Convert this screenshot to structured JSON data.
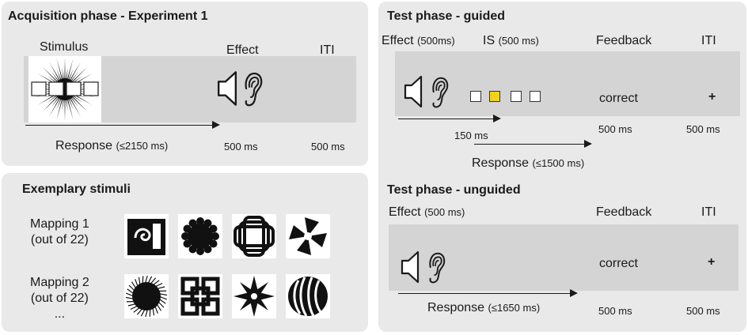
{
  "acquisition": {
    "title": "Acquisition phase - Experiment 1",
    "stimulus_label": "Stimulus",
    "effect_label": "Effect",
    "iti_label": "ITI",
    "response_label": "Response",
    "response_limit": "(≤2150 ms)",
    "effect_duration": "500 ms",
    "iti_duration": "500 ms"
  },
  "exemplary": {
    "title": "Exemplary stimuli",
    "mapping1": {
      "line1": "Mapping 1",
      "line2": "(out of 22)"
    },
    "mapping2": {
      "line1": "Mapping 2",
      "line2": "(out of 22)",
      "line3": "..."
    }
  },
  "guided": {
    "title": "Test phase - guided",
    "effect_label": "Effect",
    "effect_duration": "(500ms)",
    "is_label": "IS",
    "is_duration": "(500 ms)",
    "feedback_label": "Feedback",
    "iti_label": "ITI",
    "feedback_text": "correct",
    "iti_symbol": "+",
    "delay": "150 ms",
    "feedback_duration": "500 ms",
    "iti_duration": "500 ms",
    "response_label": "Response",
    "response_limit": "(≤1500 ms)"
  },
  "unguided": {
    "title": "Test phase - unguided",
    "effect_label": "Effect",
    "effect_duration": "(500 ms)",
    "feedback_label": "Feedback",
    "iti_label": "ITI",
    "feedback_text": "correct",
    "iti_symbol": "+",
    "response_label": "Response",
    "response_limit": "(≤1650 ms)",
    "feedback_duration": "500 ms",
    "iti_duration": "500 ms"
  },
  "icons": [
    "speaker-icon",
    "ear-icon",
    "starburst-stimulus",
    "spiral-glyph",
    "flower-glyph",
    "knot-glyph",
    "pinwheel-glyph",
    "sun-glyph",
    "endless-knot-glyph",
    "star-glyph",
    "striped-ball-glyph"
  ],
  "colors": {
    "panel": "#e9e9e9",
    "band": "#d4d4d4",
    "highlight_square": "#f2d31b"
  }
}
